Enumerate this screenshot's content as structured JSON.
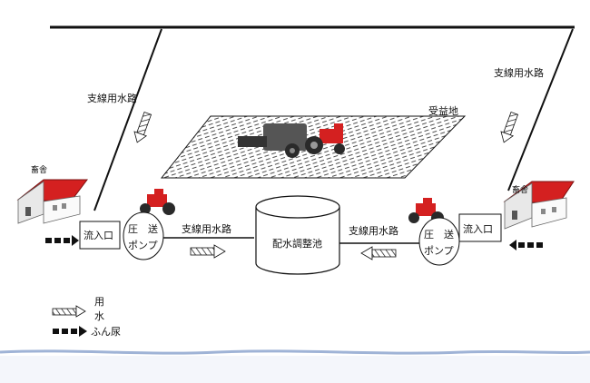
{
  "labels": {
    "branch_canal_upper_left": "支線用水路",
    "branch_canal_upper_right": "支線用水路",
    "branch_canal_lower_left": "支線用水路",
    "branch_canal_lower_right": "支線用水路",
    "beneficiary_area": "受益地",
    "barn_left": "畜舎",
    "barn_right": "畜舎",
    "inlet_left": "流入口",
    "inlet_right": "流入口",
    "pump_left_line1": "圧　送",
    "pump_left_line2": "ポンプ",
    "pump_right_line1": "圧　送",
    "pump_right_line2": "ポンプ",
    "regulating_pond": "配水調整池"
  },
  "legend": {
    "water_label_1": "用",
    "water_label_2": "水",
    "manure_label": "ふん尿"
  },
  "colors": {
    "line": "#111111",
    "barn_roof": "#d42020",
    "tractor_body": "#d42020",
    "tractor_wheel": "#2a2a2a",
    "tank": "#555555",
    "divider": "#9fb3d6",
    "background": "#ffffff"
  }
}
